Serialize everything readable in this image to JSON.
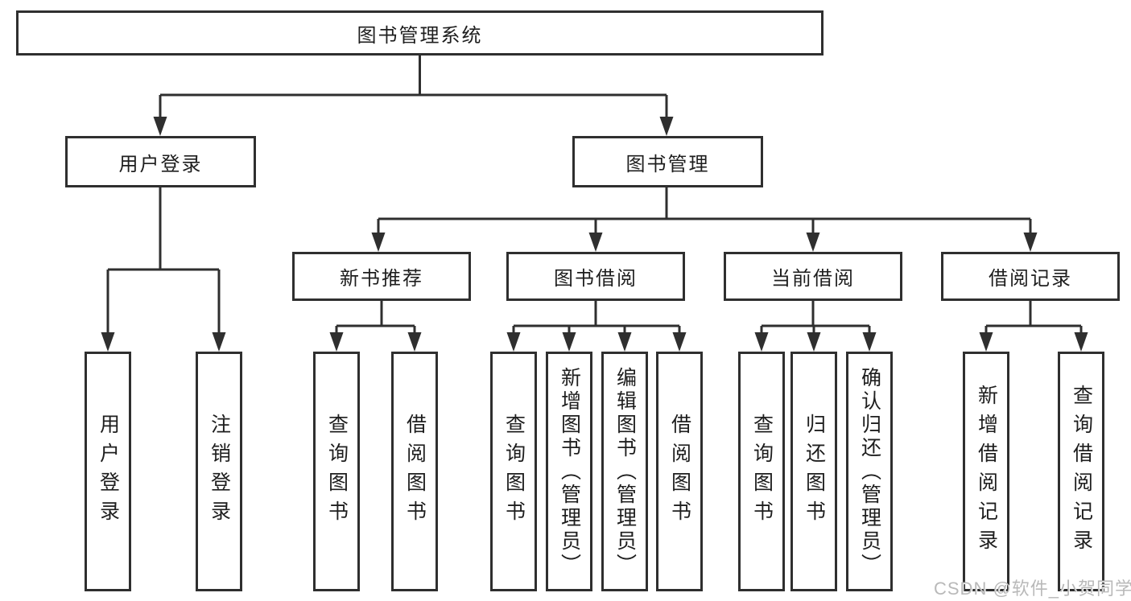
{
  "diagram_type": "hierarchy-tree",
  "colors": {
    "background": "#ffffff",
    "line": "#2f2f2f",
    "box_border": "#2f2f2f",
    "box_fill": "#ffffff",
    "text": "#1e1e1e",
    "watermark": "#b9b9b9"
  },
  "tree": {
    "label": "图书管理系统",
    "children": [
      {
        "label": "用户登录",
        "children": [
          {
            "label": "用户登录"
          },
          {
            "label": "注销登录"
          }
        ]
      },
      {
        "label": "图书管理",
        "children": [
          {
            "label": "新书推荐",
            "children": [
              {
                "label": "查询图书"
              },
              {
                "label": "借阅图书"
              }
            ]
          },
          {
            "label": "图书借阅",
            "children": [
              {
                "label": "查询图书"
              },
              {
                "label": "新增图书（管理员）"
              },
              {
                "label": "编辑图书（管理员）"
              },
              {
                "label": "借阅图书"
              }
            ]
          },
          {
            "label": "当前借阅",
            "children": [
              {
                "label": "查询图书"
              },
              {
                "label": "归还图书"
              },
              {
                "label": "确认归还（管理员）"
              }
            ]
          },
          {
            "label": "借阅记录",
            "children": [
              {
                "label": "新增借阅记录"
              },
              {
                "label": "查询借阅记录"
              }
            ]
          }
        ]
      }
    ]
  },
  "watermark": {
    "text": "CSDN @软件_小贺同学"
  }
}
